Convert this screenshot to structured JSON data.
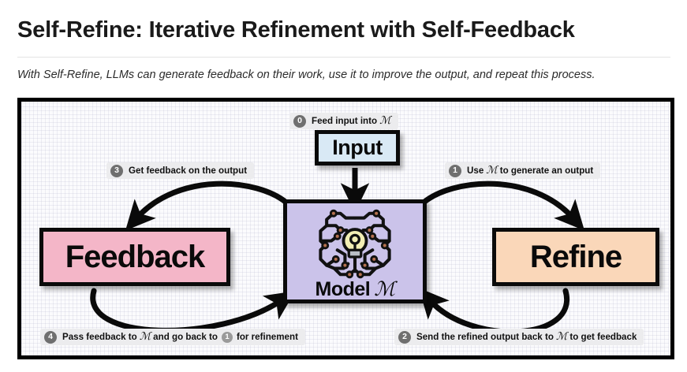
{
  "header": {
    "title": "Self-Refine: Iterative Refinement with Self-Feedback",
    "subtitle": "With Self-Refine, LLMs can generate feedback on their work, use it to improve the output, and repeat this process."
  },
  "figure": {
    "nodes": {
      "input": {
        "label": "Input",
        "color": "#d9e9f5"
      },
      "feedback": {
        "label": "Feedback",
        "color": "#f4b6c8"
      },
      "refine": {
        "label": "Refine",
        "color": "#fad7b9"
      },
      "model": {
        "label": "Model",
        "symbol": "ℳ",
        "color": "#cbc3ea",
        "icon": "brain-circuit-lightbulb-icon"
      }
    },
    "steps": [
      {
        "id": "0",
        "badge": "0",
        "text_before": "Feed input into ",
        "symbol": "ℳ",
        "text_after": ""
      },
      {
        "id": "1",
        "badge": "1",
        "text_before": "Use ",
        "symbol": "ℳ",
        "text_after": " to generate an output"
      },
      {
        "id": "2",
        "badge": "2",
        "text_before": "Send the refined output back to ",
        "symbol": "ℳ",
        "text_after": " to get feedback"
      },
      {
        "id": "3",
        "badge": "3",
        "text_before": "Get feedback on the output",
        "symbol": "",
        "text_after": ""
      },
      {
        "id": "4",
        "badge": "4",
        "text_before": "Pass feedback to ",
        "symbol": "ℳ",
        "text_mid": " and go back to ",
        "inline_badge": "1",
        "text_after": " for refinement"
      }
    ],
    "colors": {
      "frame_border": "#000000",
      "canvas_background": "#fbfbfd",
      "badge_gray": "#6f6f6f",
      "badge_inline_gray": "#9a9a9a",
      "step_pill": "#ececee",
      "arrow": "#0a0a0a"
    }
  }
}
